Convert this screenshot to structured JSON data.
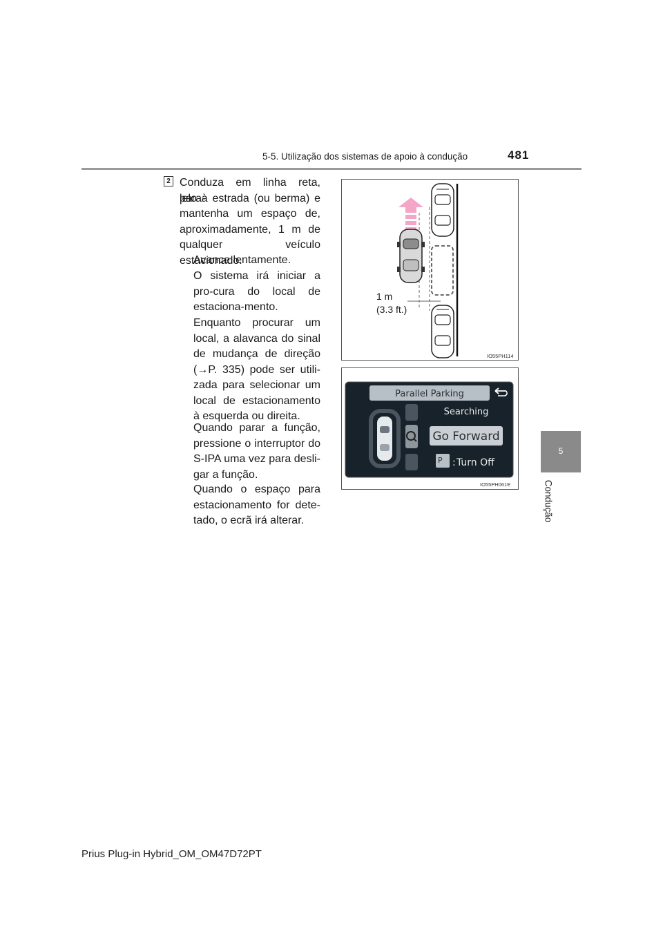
{
  "header": {
    "section": "5-5. Utilização dos sistemas de apoio à condução",
    "page_number": "481"
  },
  "side_tab": {
    "number": "5",
    "label": "Condução"
  },
  "step": {
    "badge": "2",
    "lines": [
      "Conduza em linha reta, para-",
      "lelo à estrada (ou berma) e",
      "mantenha um espaço de,",
      "aproximadamente, 1 m de",
      "qualquer veículo estacionado."
    ]
  },
  "subitems": [
    "Avance lentamente.",
    "O sistema irá iniciar a pro-cura do local de estaciona-mento.",
    "Enquanto procurar um local, a alavanca do sinal de mudança de direção (→P. 335) pode ser utili-zada para selecionar um local de estacionamento à esquerda ou direita.",
    "Quando parar a função, pressione o interruptor do S-IPA uma vez para desli-gar a função.",
    "Quando o espaço para estacionamento for dete-tado, o ecrã irá alterar."
  ],
  "figure1": {
    "distance_label_1": "1 m",
    "distance_label_2": "(3.3 ft.)",
    "code": "IO55PH114"
  },
  "figure2": {
    "title": "Parallel Parking",
    "status": "Searching",
    "instruction": "Go Forward",
    "turn_off": "Turn Off",
    "p_symbol": "P",
    "code": "IO55PH061E"
  },
  "footer": {
    "text": "Prius Plug-in Hybrid_OM_OM47D72PT"
  },
  "colors": {
    "arrow": "#f3a6c8",
    "screen_bg": "#17222b",
    "rule": "#9a9a9a",
    "tab": "#8a8a8a"
  }
}
